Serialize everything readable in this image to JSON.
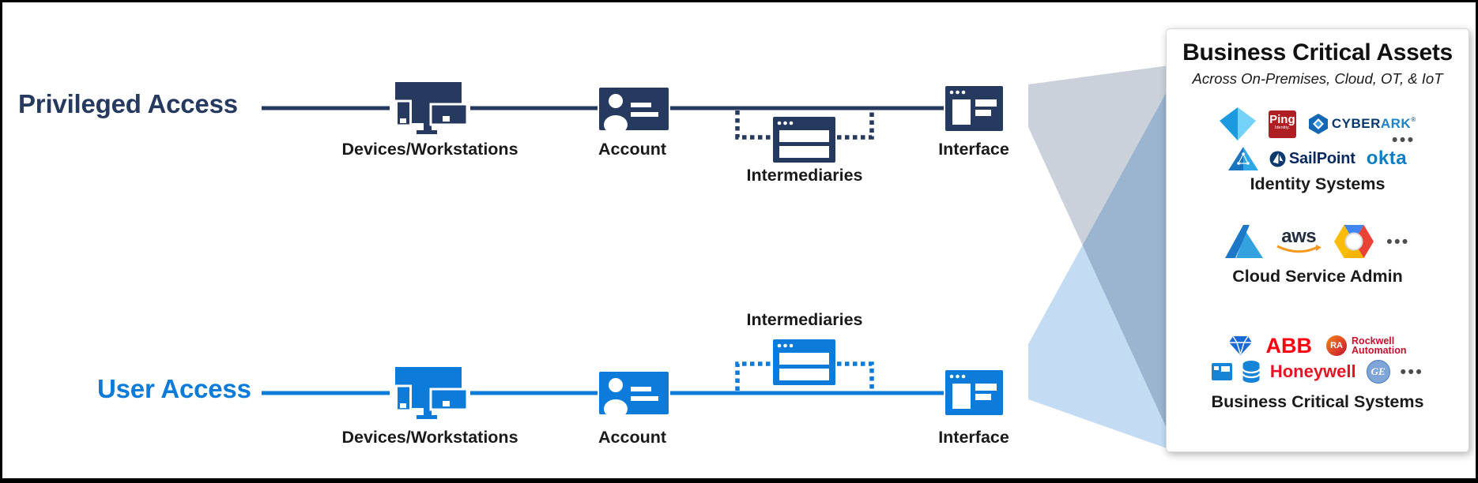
{
  "rows": {
    "privileged": {
      "label": "Privileged Access",
      "color": "#253A5E",
      "nodes": {
        "devices": "Devices/Workstations",
        "account": "Account",
        "intermediaries": "Intermediaries",
        "interface": "Interface"
      }
    },
    "user": {
      "label": "User Access",
      "color": "#0C7BD9",
      "nodes": {
        "devices": "Devices/Workstations",
        "account": "Account",
        "intermediaries": "Intermediaries",
        "interface": "Interface"
      }
    }
  },
  "panel": {
    "title": "Business Critical Assets",
    "subtitle": "Across On-Premises, Cloud, OT, & IoT",
    "groups": {
      "identity": {
        "label": "Identity Systems"
      },
      "cloud": {
        "label": "Cloud Service Admin"
      },
      "business": {
        "label": "Business Critical Systems"
      }
    },
    "logos": {
      "ping_line1": "Ping",
      "ping_line2": "Identity.",
      "cyberark_part1": "CYBER",
      "cyberark_part2": "ARK",
      "cyberark_reg": "®",
      "sailpoint": "SailPoint",
      "okta": "okta",
      "aws": "aws",
      "abb": "ABB",
      "rockwell_mark": "RA",
      "rockwell_line1": "Rockwell",
      "rockwell_line2": "Automation",
      "honeywell": "Honeywell",
      "ge": "GE",
      "more": "•••"
    }
  }
}
